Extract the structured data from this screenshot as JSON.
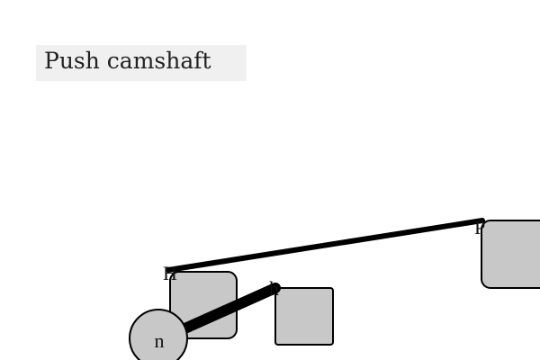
{
  "instruction": {
    "text": "Push camshaft"
  },
  "scene": {
    "colors": {
      "shape_fill": "#c8c8c8",
      "shape_stroke": "#000000",
      "link_stroke": "#000000",
      "instruction_bg": "#f0f0f0"
    },
    "letters": {
      "anchor_left": "H",
      "anchor_mid": "h",
      "anchor_right": "P"
    },
    "circle_label": "n"
  }
}
